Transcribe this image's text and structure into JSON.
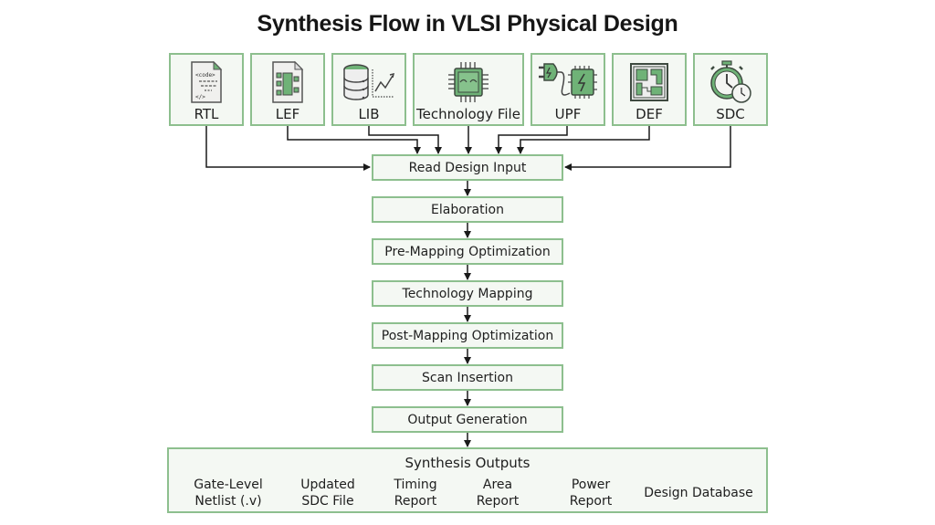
{
  "title": "Synthesis Flow in VLSI Physical Design",
  "inputs": [
    {
      "label": "RTL",
      "icon": "code-file-icon"
    },
    {
      "label": "LEF",
      "icon": "layout-file-icon"
    },
    {
      "label": "LIB",
      "icon": "database-chart-icon"
    },
    {
      "label": "Technology File",
      "icon": "chip-icon"
    },
    {
      "label": "UPF",
      "icon": "power-plug-chip-icon"
    },
    {
      "label": "DEF",
      "icon": "floorplan-icon"
    },
    {
      "label": "SDC",
      "icon": "stopwatch-clock-icon"
    }
  ],
  "steps": [
    "Read Design Input",
    "Elaboration",
    "Pre-Mapping Optimization",
    "Technology Mapping",
    "Post-Mapping Optimization",
    "Scan Insertion",
    "Output Generation"
  ],
  "outputs": {
    "title": "Synthesis Outputs",
    "items": [
      {
        "line1": "Gate-Level",
        "line2": "Netlist (.v)"
      },
      {
        "line1": "Updated",
        "line2": "SDC File"
      },
      {
        "line1": "Timing",
        "line2": "Report"
      },
      {
        "line1": "Area",
        "line2": "Report"
      },
      {
        "line1": "Power",
        "line2": "Report"
      },
      {
        "line1": "Design Database",
        "line2": ""
      }
    ]
  },
  "icon_text": {
    "code": "<code>",
    "close_tag": "</>"
  },
  "colors": {
    "accent": "#8dbf8e",
    "fill": "#f4f8f3",
    "icon_green": "#6fb277",
    "icon_dark": "#3e4a40"
  }
}
